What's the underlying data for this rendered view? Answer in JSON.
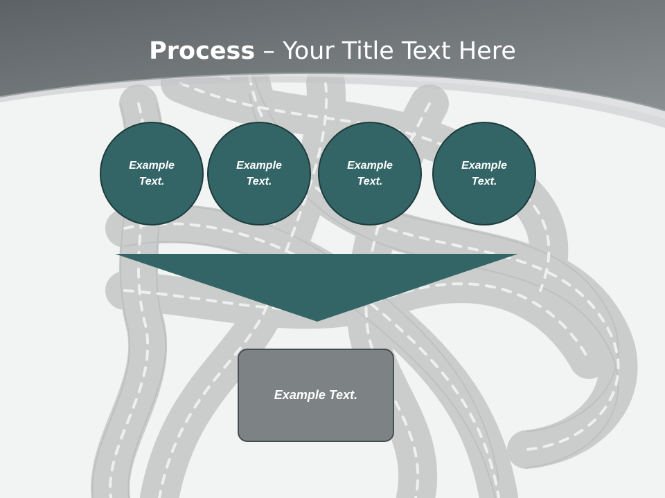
{
  "slide": {
    "title_bold": "Process",
    "title_rest": " – Your Title Text Here",
    "circles": [
      {
        "label": "Example\nText."
      },
      {
        "label": "Example\nText."
      },
      {
        "label": "Example\nText."
      },
      {
        "label": "Example\nText."
      }
    ],
    "box_label": "Example Text."
  },
  "colors": {
    "header_gray": "#6e7477",
    "background": "#f2f3f3",
    "circle_teal": "#336567",
    "circle_border": "#1d3a3b",
    "funnel_teal": "#336567",
    "box_gray": "#7d8285",
    "box_border": "#4a4d50",
    "road_gray": "#c4c6c6"
  }
}
